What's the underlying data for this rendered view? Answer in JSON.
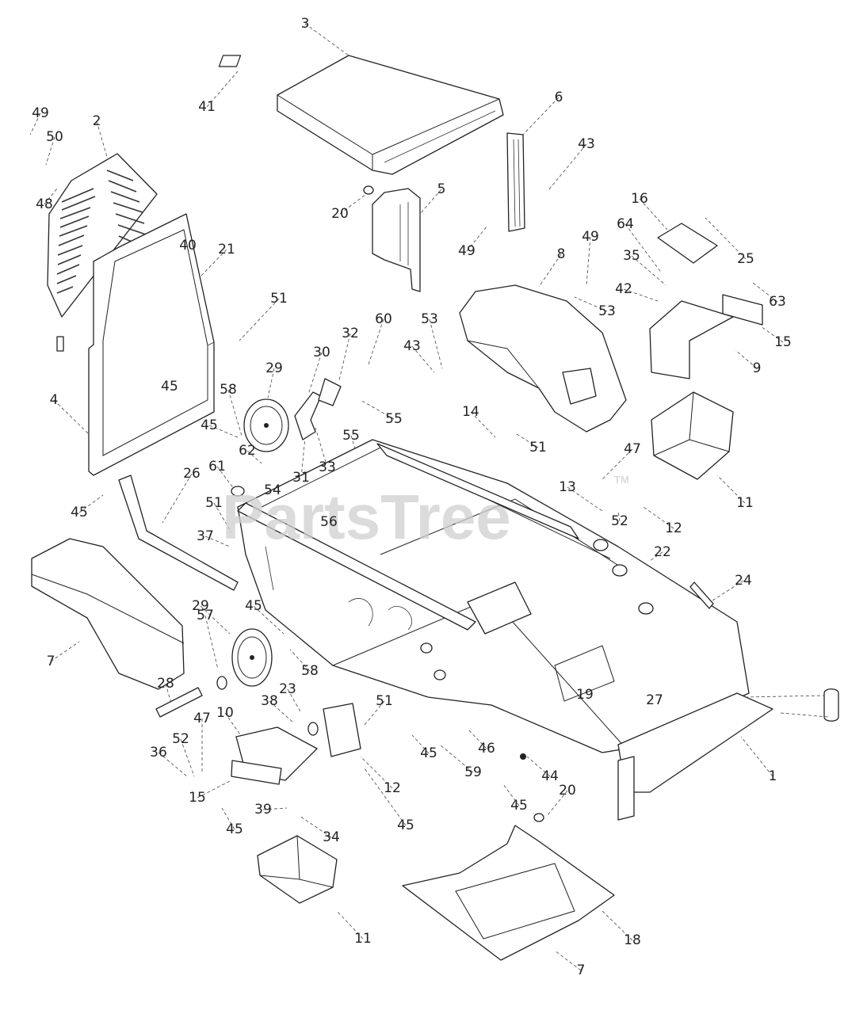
{
  "diagram": {
    "watermark": {
      "text": "PartsTree",
      "mark": "TM"
    },
    "callouts": [
      "1",
      "2",
      "3",
      "4",
      "5",
      "6",
      "7",
      "8",
      "9",
      "10",
      "11",
      "12",
      "13",
      "14",
      "15",
      "16",
      "19",
      "20",
      "21",
      "22",
      "23",
      "24",
      "25",
      "26",
      "27",
      "28",
      "29",
      "30",
      "31",
      "32",
      "33",
      "34",
      "35",
      "36",
      "37",
      "38",
      "39",
      "40",
      "41",
      "42",
      "43",
      "44",
      "45",
      "46",
      "47",
      "48",
      "49",
      "50",
      "51",
      "52",
      "53",
      "54",
      "55",
      "56",
      "57",
      "58",
      "59",
      "60",
      "61",
      "62",
      "63",
      "64",
      "18"
    ]
  }
}
